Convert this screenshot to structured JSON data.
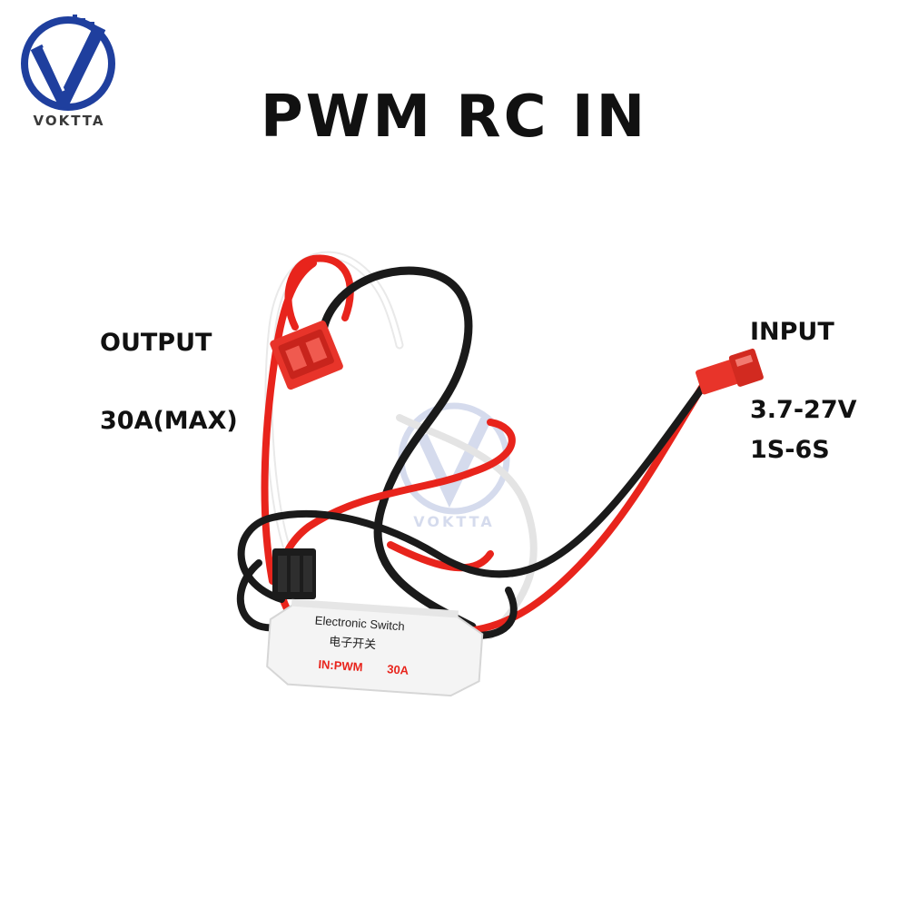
{
  "brand": {
    "name": "VOKTTA",
    "logo_icon": "voktta-v-logo-icon",
    "watermark_text": "VOKTTA"
  },
  "title": "PWM RC IN",
  "output": {
    "label": "OUTPUT",
    "current": "30A(MAX)"
  },
  "input": {
    "label": "INPUT",
    "voltage": "3.7-27V",
    "cells": "1S-6S"
  },
  "module": {
    "name": "Electronic Switch",
    "name_cn": "电子开关",
    "mode": "IN:PWM",
    "rating": "30A"
  },
  "colors": {
    "brand_blue": "#1f3f9e",
    "wire_red": "#e8241c",
    "wire_black": "#1a1a1a",
    "connector_red": "#e8342a"
  }
}
